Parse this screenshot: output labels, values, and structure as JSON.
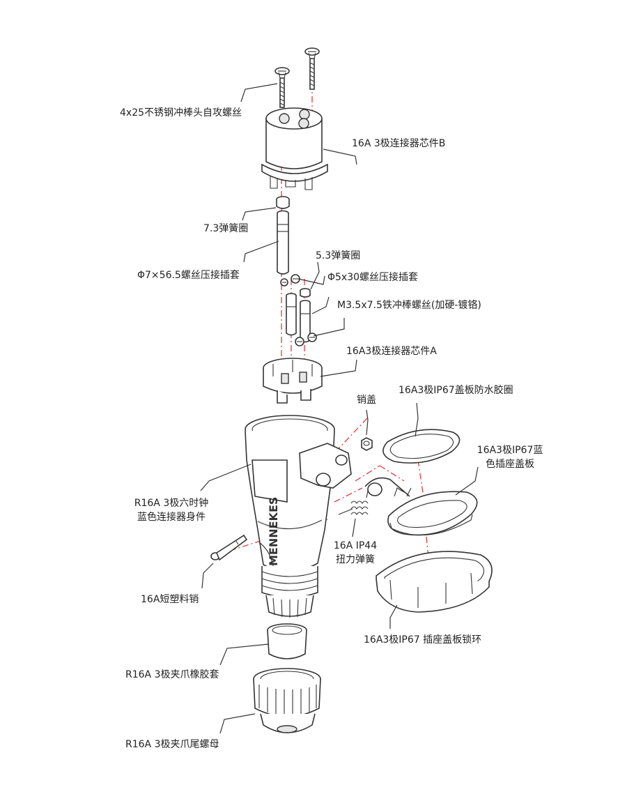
{
  "labels": {
    "screw": "4x25不锈钢冲棒头自攻螺丝",
    "core_b": "16A 3极连接器芯件B",
    "spring_73": "7.3弹簧圈",
    "sleeve_7": "Φ7×56.5螺丝压接插套",
    "spring_53": "5.3弹簧圈",
    "sleeve_5": "Φ5x30螺丝压接插套",
    "m35_screw": "M3.5x7.5铁冲棒螺丝(加硬-镀铬)",
    "core_a": "16A3极连接器芯件A",
    "pin_cap": "销盖",
    "gasket": "16A3极IP67盖板防水胶圈",
    "cover_line1": "16A3极IP67蓝",
    "cover_line2": "色插座盖板",
    "body_line1": "R16A 3极六时钟",
    "body_line2": "蓝色连接器身件",
    "torsion_line1": "16A IP44",
    "torsion_line2": "扭力弹簧",
    "plastic_pin": "16A短塑料销",
    "lock_ring": "16A3极IP67 插座盖板锁环",
    "rubber_sleeve": "R16A 3极夹爪橡胶套",
    "tail_nut": "R16A 3极夹爪尾螺母"
  },
  "body_brand_mark": "MENNEKES",
  "colors": {
    "axis_line": "#e23a3a",
    "line_art": "#333333"
  }
}
